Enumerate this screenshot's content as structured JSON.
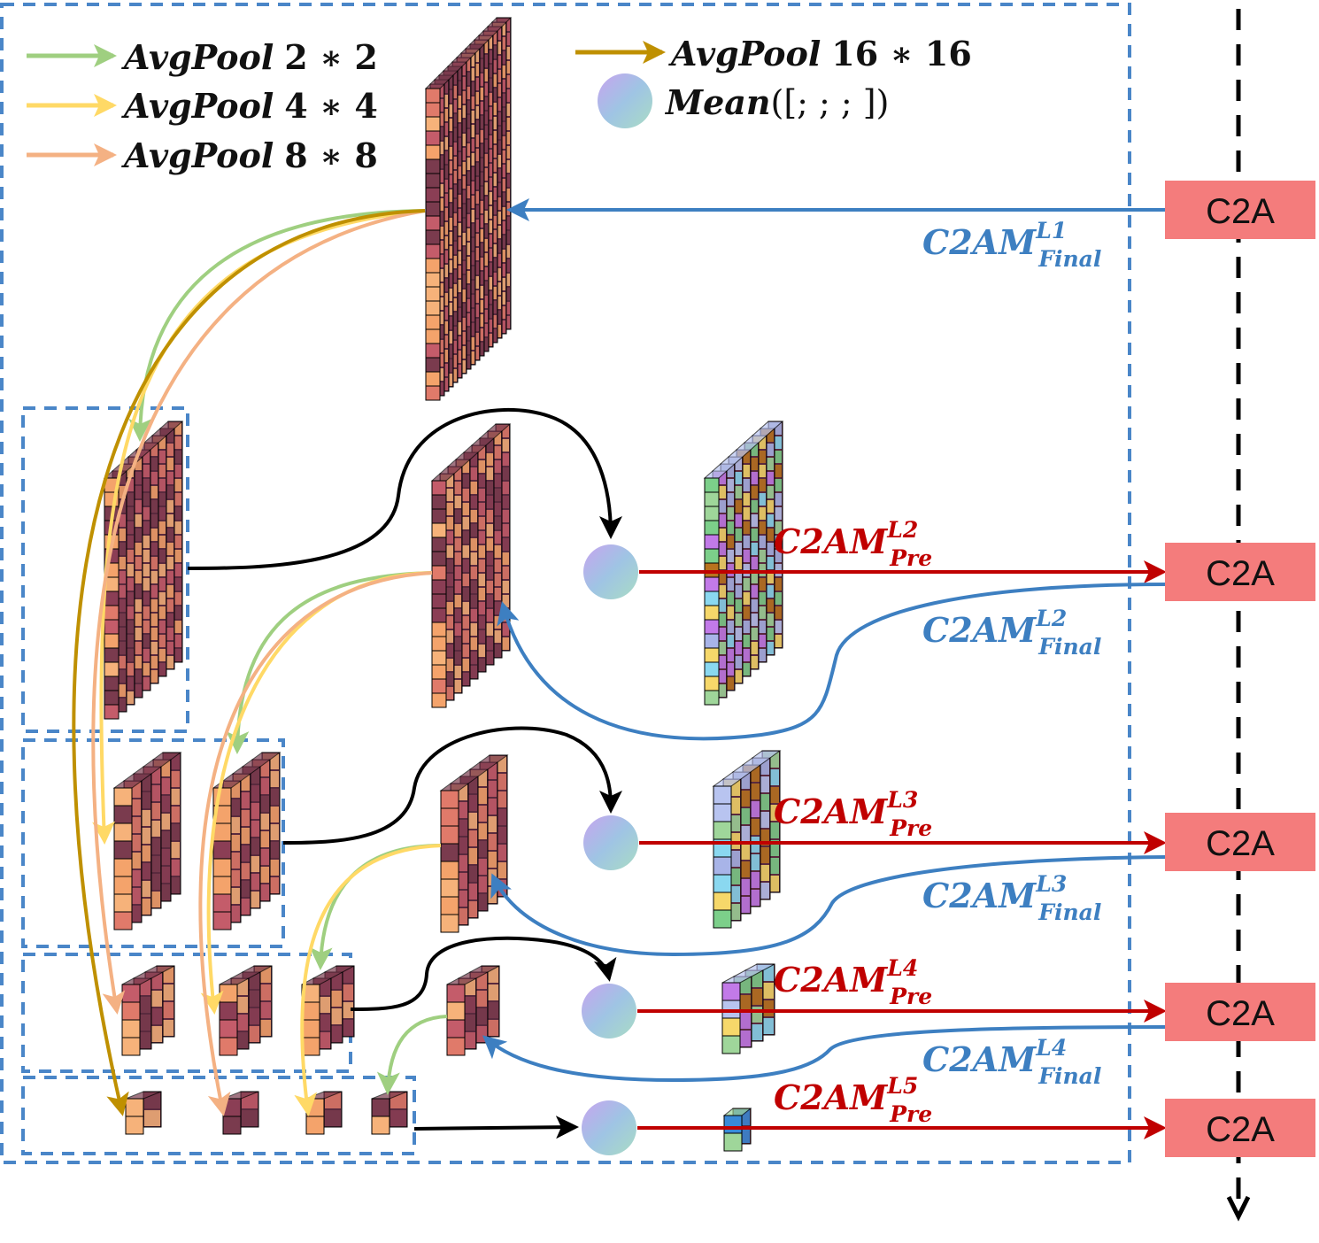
{
  "legend": {
    "pool2": "AvgPool",
    "pool2_size": "2 ∗ 2",
    "pool4": "AvgPool",
    "pool4_size": "4 ∗ 4",
    "pool8": "AvgPool",
    "pool8_size": "8 ∗ 8",
    "pool16": "AvgPool",
    "pool16_size": "16 ∗ 16",
    "mean_fn": "Mean",
    "mean_args": "([; ; ; ])"
  },
  "c2a": {
    "l1": "C2A",
    "l2": "C2A",
    "l3": "C2A",
    "l4": "C2A",
    "l5": "C2A"
  },
  "labels": {
    "final_l1": {
      "base": "C2AM",
      "sup": "L1",
      "sub": "Final"
    },
    "pre_l2": {
      "base": "C2AM",
      "sup": "L2",
      "sub": "Pre"
    },
    "final_l2": {
      "base": "C2AM",
      "sup": "L2",
      "sub": "Final"
    },
    "pre_l3": {
      "base": "C2AM",
      "sup": "L3",
      "sub": "Pre"
    },
    "final_l3": {
      "base": "C2AM",
      "sup": "L3",
      "sub": "Final"
    },
    "pre_l4": {
      "base": "C2AM",
      "sup": "L4",
      "sub": "Pre"
    },
    "final_l4": {
      "base": "C2AM",
      "sup": "L4",
      "sub": "Final"
    },
    "pre_l5": {
      "base": "C2AM",
      "sup": "L5",
      "sub": "Pre"
    }
  },
  "colors": {
    "dashed_box": "#4a86c8",
    "c2a_fill": "#f47c7c",
    "red_arrow": "#c00000",
    "blue_arrow": "#3d7fc1",
    "black_arrow": "#000000",
    "pool2": "#9fcf80",
    "pool4": "#ffd966",
    "pool8": "#f4b183",
    "pool16": "#bf9000"
  },
  "icons": {
    "mean_node": "gradient-circle-icon",
    "feature_map": "voxel-grid-icon"
  }
}
